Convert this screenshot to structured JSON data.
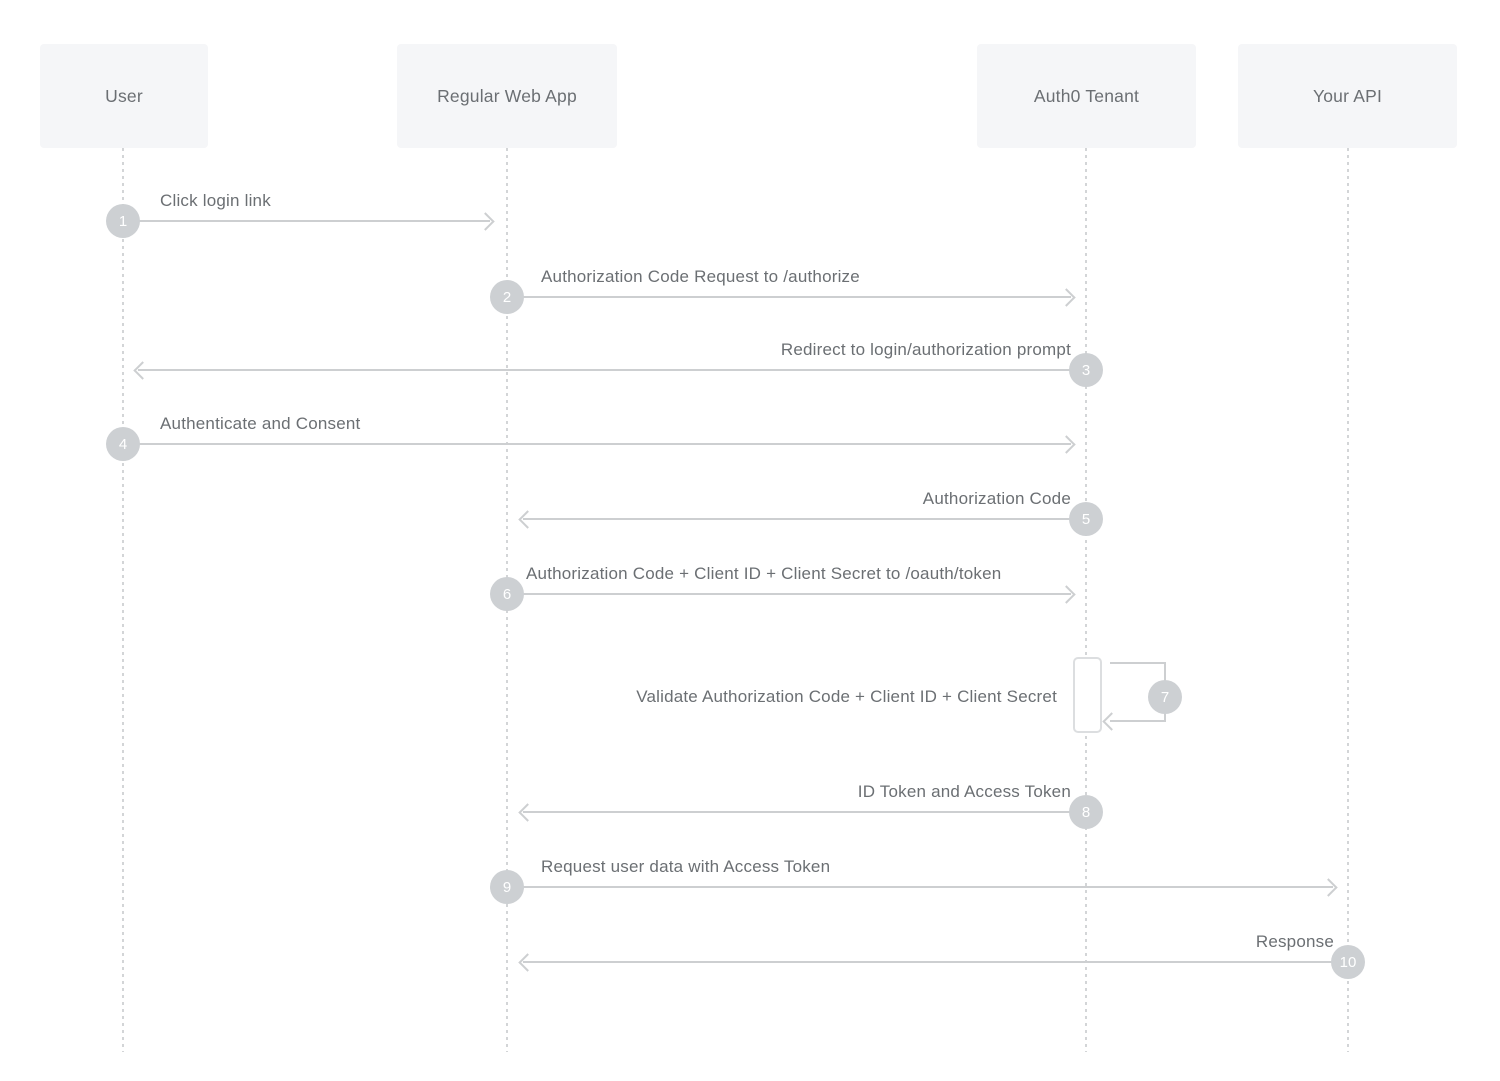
{
  "diagram_type": "sequence-diagram",
  "actors": [
    {
      "label": "User"
    },
    {
      "label": "Regular Web App"
    },
    {
      "label": "Auth0 Tenant"
    },
    {
      "label": "Your API"
    }
  ],
  "messages": [
    {
      "step": "1",
      "label": "Click login link",
      "from": "User",
      "to": "Regular Web App",
      "direction": "right"
    },
    {
      "step": "2",
      "label": "Authorization Code Request to /authorize",
      "from": "Regular Web App",
      "to": "Auth0 Tenant",
      "direction": "right"
    },
    {
      "step": "3",
      "label": "Redirect to login/authorization prompt",
      "from": "Auth0 Tenant",
      "to": "User",
      "direction": "left"
    },
    {
      "step": "4",
      "label": "Authenticate and Consent",
      "from": "User",
      "to": "Auth0 Tenant",
      "direction": "right"
    },
    {
      "step": "5",
      "label": "Authorization Code",
      "from": "Auth0 Tenant",
      "to": "Regular Web App",
      "direction": "left"
    },
    {
      "step": "6",
      "label": "Authorization Code + Client ID + Client Secret to /oauth/token",
      "from": "Regular Web App",
      "to": "Auth0 Tenant",
      "direction": "right"
    },
    {
      "step": "7",
      "label": "Validate Authorization Code + Client ID + Client Secret",
      "from": "Auth0 Tenant",
      "to": "Auth0 Tenant",
      "direction": "self"
    },
    {
      "step": "8",
      "label": "ID Token and Access Token",
      "from": "Auth0 Tenant",
      "to": "Regular Web App",
      "direction": "left"
    },
    {
      "step": "9",
      "label": "Request user data with Access Token",
      "from": "Regular Web App",
      "to": "Your API",
      "direction": "right"
    },
    {
      "step": "10",
      "label": "Response",
      "from": "Your API",
      "to": "Regular Web App",
      "direction": "left"
    }
  ],
  "colors": {
    "background": "#ffffff",
    "actor_box": "#f5f6f8",
    "text": "#6b6f73",
    "line": "#cdcfd1",
    "badge": "#cdd0d3",
    "badge_text": "#ffffff",
    "lifeline": "#d3d5d7",
    "activation_border": "#dcdee0"
  }
}
